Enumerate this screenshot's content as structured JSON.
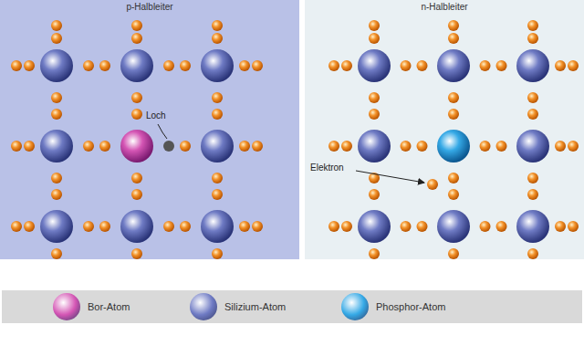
{
  "diagram": {
    "nodes": [
      {
        "text": [
          "p-Halbleiter"
        ]
      },
      {
        "text": [
          "n-Halbleiter"
        ]
      }
    ],
    "labels": [
      "Loch",
      "Elektron"
    ],
    "legend": [
      {
        "text": "Bor-Atom",
        "color": "#d455b4"
      },
      {
        "text": "Silizium-Atom",
        "color": "#6f7bc4"
      },
      {
        "text": "Phosphor-Atom",
        "color": "#35a9e6"
      }
    ]
  }
}
